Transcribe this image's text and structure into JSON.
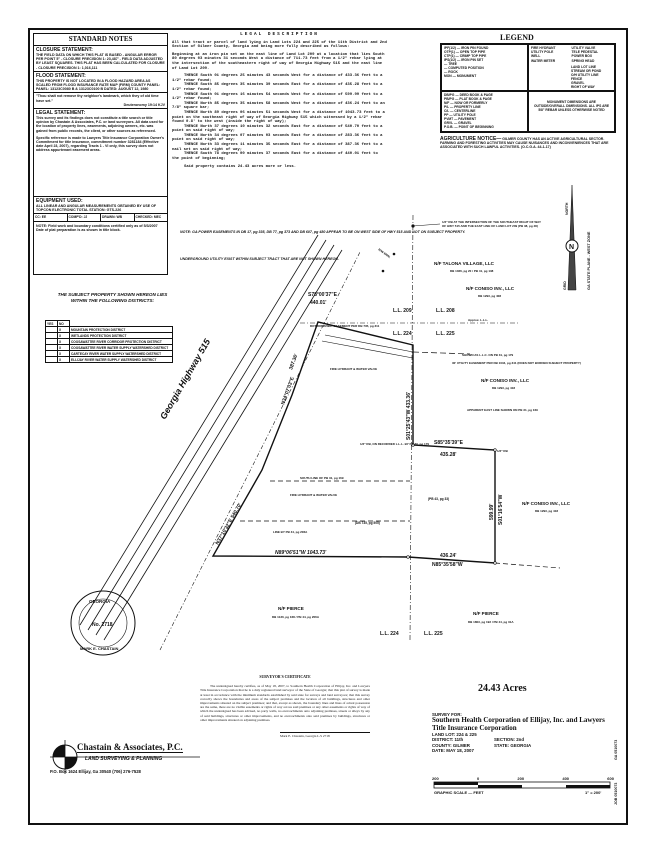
{
  "standard_notes": {
    "title": "STANDARD NOTES",
    "closure_heading": "CLOSURE STATEMENT:",
    "closure_text": "THE FIELD DATA ON WHICH THIS PLAT IS BASED - ANGULAR ERROR PER POINT 5\" - CLOSURE PRECISION 1: 23,487' - FIELD DATA ADJUSTED BY LEAST SQUARES. THIS PLAT HAS BEEN CALCULATED FOR CLOSURE - CLOSURE PRECISION 1: 1,016,111",
    "flood_heading": "FLOOD STATEMENT:",
    "flood_text": "THIS PROPERTY IS NOT LOCATED IN A FLOOD HAZARD AREA AS SCALED FROM FLOOD INSURANCE RATE MAP (FIRM) COUNTY PANEL: PANEL: 13123C0080 B & 13123C0100 B DATED: AUGUST 12, 1980",
    "quote": "\"Thou shalt not remove thy neighbor's landmark, which they of old time have set.\"",
    "quote_source": "Deuteronomy 19:14 KJV",
    "legal_heading": "LEGAL STATEMENT:",
    "legal_text_1": "This survey and its findings does not constitute a title search or title opinion by Chastain & Associates, P.C. or land surveyors. All data used for the location of property lines, easements, adjoining owners, etc. was gained from public records, the client, or other sources as referenced.",
    "legal_text_2": "Specific reference is made to Lawyers Title Insurance Corporation Owner's Commitment for title insurance, commitment number 3281184 (Effective date April 23, 2007), regarding Tracts 1 - VI only, this survey does not address appurtenant easement areas.",
    "equipment_heading": "EQUIPMENT USED:",
    "equipment_text": "ALL LINEAR AND ANGULAR MEASUREMENTS OBTAINED BY USE OF TOPCON ELECTRONIC TOTAL STATION: GTS-226",
    "equipment_row": [
      "CC: EE",
      "COMP'D: JJ",
      "DRAWN: WB",
      "CHECKED: MEC"
    ],
    "field_note": "NOTE: Field work and boundary conditions certified only as of 5/3/2007",
    "prep_note": "Date of plat preparation is as shown in title block."
  },
  "legal_description": {
    "title": "LEGAL DESCRIPTION",
    "intro": "All that tract or parcel of land lying in Land Lots 224 and 225 of the 11th District and 2nd Section of Gilmer County, Georgia and being more fully described as follows:",
    "beginning": "Beginning at an iron pin set on the east line of Land Lot 209 at a location that lies South 80 degrees 03 minutes 31 seconds West a distance of 711.73 feet from a 1/2\" rebar lying at the intersection of the southeastern right of way of Georgia Highway 515 and the east line of Land Lot 209.",
    "calls": [
      "THENCE South 01 degrees 25 minutes 43 seconds West for a distance of 433.36 feet to a 1/2\" rebar found;",
      "THENCE South 85 degrees 35 minutes 39 seconds East for a distance of 435.28 feet to a 1/2\" rebar found;",
      "THENCE South 01 degrees 16 minutes 54 seconds West for a distance of 599.99 feet to a 1/2\" rebar found;",
      "THENCE North 85 degrees 35 minutes 58 seconds West for a distance of 436.24 feet to an 7/8\" square bar;",
      "THENCE North 89 degrees 06 minutes 51 seconds West for a distance of 1043.73 feet to a point on the southeast right of way of Georgia Highway 515 which witnessed by a 1/2\" rebar found 0.8' to the west (inside the right of way);",
      "THENCE North 37 degrees 10 minutes 32 seconds East for a distance of 540.70 feet to a point on said right of way;",
      "THENCE North 34 degrees 07 minutes 03 seconds East for a distance of 283.36 feet to a point on said right of way;",
      "THENCE North 33 degrees 11 minutes 35 seconds East for a distance of 387.36 feet to a nail set on said right of way;",
      "THENCE South 78 degrees 00 minutes 37 seconds East for a distance of 440.01 feet to the point of beginning;"
    ],
    "closing": "Said property contains 24.43 acres more or less."
  },
  "legend": {
    "title": "LEGEND",
    "symbols_left": [
      "IPF(1/2) — IRON PIN FOUND",
      "OTP(1) — OPEN TOP PIPE",
      "CTP(1) — CRIMP TOP PIPE",
      "IPS(1/2) — IRON PIN SET",
      "— TREE",
      "— COMPUTED POSITION",
      "— ROCK",
      "MON — MONUMENT"
    ],
    "symbols_right": [
      "FIRE HYDRANT",
      "UTILITY POLE",
      "WELL",
      "WATER METER",
      "UTILITY VALVE",
      "TELE PEDESTAL",
      "POWER BOX",
      "SPRING HEAD"
    ],
    "abbreviations": [
      "DB/PG — DEED BOOK & PAGE",
      "PB/PG — PLAT BOOK & PAGE",
      "N/F — NOW OR FORMERLY",
      "P/L — PROPERTY LINE",
      "C/L — CENTERLINE",
      "PP — UTILITY POLE",
      "PVMT — PAVEMENT",
      "GRVL — GRAVEL",
      "P.O.B. — POINT OF BEGINNING"
    ],
    "lines": [
      "LAND LOT LINE",
      "STREAM OR POND",
      "O/H UTILITY LINE",
      "FENCE",
      "GRAVEL",
      "RIGHT OF WAY"
    ],
    "monument_note": "MONUMENT DIMENSIONS ARE OUTSIDE/OVERALL DIMENSIONS. ALL IPS ARE 5/8\" REBAR UNLESS OTHERWISE NOTED"
  },
  "agriculture_notice": {
    "heading": "AGRICULTURE NOTICE—",
    "text": "GILMER COUNTY HAS AN ACTIVE AGRICULTURAL SECTOR. FARMING AND FORESTING ACTIVITIES MAY CAUSE NUISANCES AND INCONVENIENCES THAT ARE ASSOCIATED WITH SUCH LAWFUL ACTIVITIES. (O.C.G.A. 44-1-17)"
  },
  "districts": {
    "heading": "THE SUBJECT PROPERTY SHOWN HEREON LIES WITHIN THE FOLLOWING DISTRICTS:",
    "col_yes": "YES",
    "col_no": "NO",
    "rows": [
      {
        "yes": "",
        "no": "X",
        "name": "MOUNTAIN PROTECTION DISTRICT"
      },
      {
        "yes": "",
        "no": "X",
        "name": "WETLANDS PROTECTION DISTRICT"
      },
      {
        "yes": "",
        "no": "X",
        "name": "COOSAWATTEE RIVER CORRIDOR PROTECTION DISTRICT"
      },
      {
        "yes": "",
        "no": "X",
        "name": "COOSAWATTEE RIVER WATER SUPPLY WATERSHED DISTRICT"
      },
      {
        "yes": "",
        "no": "X",
        "name": "CARTECAY RIVER WATER SUPPLY WATERSHED DISTRICT"
      },
      {
        "yes": "",
        "no": "X",
        "name": "ELLIJAY RIVER WATER SUPPLY WATERSHED DISTRICT"
      }
    ]
  },
  "plat": {
    "power_note": "NOTE: GA POWER EASEMENTS IN DB 17, pg 335, DB 77, pg 373 AND DB 607, pg 480 APPEAR TO BE ON WEST SIDE OF HWY 515 AND NOT ON SUBJECT PROPERTY.",
    "utility_note": "UNDERGROUND UTILITY EXIST WITHIN SUBJECT TRACT THAT ARE NOT SHOWN HEREON.",
    "highway": "Georgia Highway 515",
    "pin_note": "1/2\" RB AT THE INTERSECTION OF THE SOUTHEAST RIGHT OF WAY OF HWY 515 AND THE EAST LINE OF LAND LOT 209 (PB 38, pg 48)",
    "talona": "N/F TALONA VILLAGE, LLC",
    "talona_ref": "DB 1026, pg 20 / PB 41, pg 138",
    "coniso_1": "N/F CONISO INV., LLC",
    "coniso_1_ref": "DB 1293, pg 408",
    "coniso_2": "N/F CONISO INV., LLC",
    "coniso_2_ref": "DB 1293, pg 418",
    "coniso_3": "N/F CONISO INV., LLC",
    "coniso_3_ref": "DB 1293, pg 418",
    "pierce_1": "N/F PIERCE",
    "pierce_1_ref": "DB 1130, pg 168 / PB 44, pg 206A",
    "pierce_2": "N/F PIERCE",
    "pierce_2_ref": "DB 1803, pg 192 / PB 44, pg 31A",
    "ll_209": "L.L. 209",
    "ll_208": "L.L. 208",
    "ll_224": "L.L. 224",
    "ll_225": "L.L. 225",
    "ll_224_b": "L.L. 224",
    "ll_225_b": "L.L. 225",
    "approx_ll": "Approx. L.L.L.",
    "call_top": "S78°00'37\"E",
    "dist_top": "440.01'",
    "call_east": "S01°25'43\"W 433.36'",
    "call_ne": "S85°35'39\"E",
    "dist_ne": "435.28'",
    "call_e2": "S01°16'54\"W",
    "dist_e2": "599.99'",
    "call_s1": "N85°35'58\"W",
    "dist_s1": "436.24'",
    "call_s2": "N89°06'51\"W 1043.73'",
    "call_w1": "N37°10'32\"E 540.70'",
    "call_w2": "N34°07'03\"E",
    "call_w3": "387.36'",
    "shown_llc": "SHOWN AS L.L.C. ON PB 31, pg 179",
    "util_easement": "30' UTILITY EASEMENT PER DB 1034, pg 341 (DOES NOT BURDEN SUBJECT PROPERTY)",
    "east_line": "APPARENT EAST LINE SHOWN ON PB 31, pg 169",
    "pb43": "(PB 43, pg 33)",
    "db735": "(DB 735, pg 505)",
    "south_line": "SOUTH LINE OF PB 31, pg 169",
    "line_pb44": "LINE BY PB 44, pg 206A",
    "fire_hydrant": "FIRE HYDRANT & WATER VALVE",
    "dot_easement": "DOT DRIVEWAY EASEMENT PER DB 735, pg 311",
    "rb_rec": "1/2\" RB, ON RECORDED L.L.L. BY PB 30, pg 179",
    "rb_half": "1/2\" RB",
    "north": "N",
    "north_label": "NORTH",
    "grid_label": "GRID",
    "zone_label": "GA STATE PLANE - WEST ZONE",
    "rw_mon": "R/W MON."
  },
  "seal": {
    "state": "GEORGIA",
    "number": "No. 2718",
    "name": "MARK E. CHASTAIN",
    "title": "REGISTERED LAND SURVEYOR"
  },
  "certificate": {
    "title": "SURVEYOR'S CERTIFICATE",
    "text": "The undersigned hereby certifies, as of May 18, 2007, to Southern Health Corporation of Ellijay, Inc. and Lawyers Title Insurance Corporation that he is a duly registered land surveyor of the State of Georgia; that this plat of survey is made at least in accordance with the minimum standards established by said state for surveys and land surveyors; that this survey correctly shows the boundaries and areas of the subject premises and the location of all buildings, structures and other improvements situated on the subject premises; and that, except as shown, the boundary lines and lines of actual possession are the same, there are no visible easements or rights of way across said premises or any other easements or rights of way of which the undersigned has been advised, no party walls, no encroachments onto adjoining premises, streets or alleys by any of said buildings, structures or other improvements, and no encroachments onto said premises by buildings, structures or other improvements situated on adjoining premises.",
    "signature": "Mark E. Chastain, Georgia L.S 2718"
  },
  "acreage": "24.43 Acres",
  "title_block": {
    "survey_for": "SURVEY FOR:",
    "client": "Southern Health Corporation of Ellijay, Inc. and Lawyers Title Insurance Corporation",
    "land_lot": "LAND LOT: 224 & 225",
    "district": "DISTRICT: 11th",
    "section": "SECTION: 2nd",
    "county": "COUNTY: GILMER",
    "state": "STATE: GEORGIA",
    "date": "DATE: MAY 18, 2007",
    "scale_ticks": [
      "200",
      "0",
      "200",
      "400",
      "600"
    ],
    "scale_label": "GRAPHIC SCALE — FEET",
    "scale_ratio": "1\" = 200'",
    "side_1": "GA 0510073",
    "side_2": "JOB 0510073"
  },
  "firm": {
    "name": "Chastain & Associates, P.C.",
    "tagline": "LAND SURVEYING & PLANNING",
    "address": "P.O. Box 1624   Ellijay, Ga 30540     (706) 276-7528"
  }
}
